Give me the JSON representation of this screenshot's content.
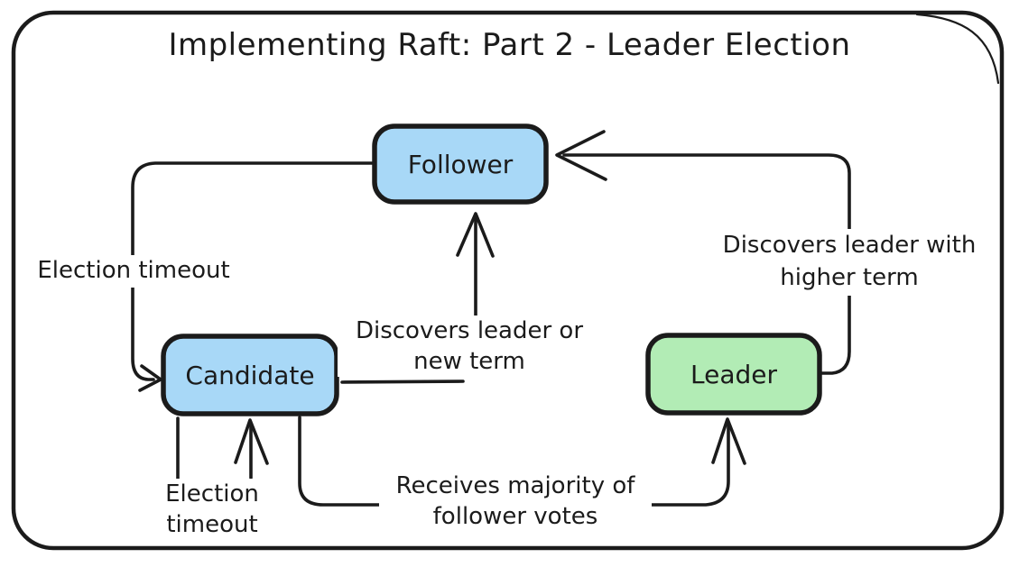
{
  "title": "Implementing Raft: Part 2 - Leader Election",
  "diagram": {
    "type": "state-machine",
    "states": {
      "follower": {
        "label": "Follower",
        "fill": "#a8d8f7"
      },
      "candidate": {
        "label": "Candidate",
        "fill": "#a8d8f7"
      },
      "leader": {
        "label": "Leader",
        "fill": "#b2ecb5"
      }
    },
    "transitions": [
      {
        "from": "Follower",
        "to": "Candidate",
        "label": "Election timeout"
      },
      {
        "from": "Candidate",
        "to": "Follower",
        "label": "Discovers leader or new term"
      },
      {
        "from": "Candidate",
        "to": "Candidate",
        "label": "Election timeout"
      },
      {
        "from": "Candidate",
        "to": "Leader",
        "label": "Receives majority of follower votes"
      },
      {
        "from": "Leader",
        "to": "Follower",
        "label": "Discovers leader with higher term"
      }
    ],
    "colors": {
      "stroke": "#1b1b1b",
      "blue_fill": "#a8d8f7",
      "green_fill": "#b2ecb5",
      "background": "#ffffff"
    }
  },
  "annotations": {
    "election_timeout_left": {
      "line1": "Election timeout"
    },
    "discovers_leader_or_new_term": {
      "line1": "Discovers leader or",
      "line2": "new term"
    },
    "discovers_leader_higher_term": {
      "line1": "Discovers leader with",
      "line2": "higher term"
    },
    "election_timeout_self": {
      "line1": "Election",
      "line2": "timeout"
    },
    "receives_majority": {
      "line1": "Receives majority of",
      "line2": "follower votes"
    }
  }
}
